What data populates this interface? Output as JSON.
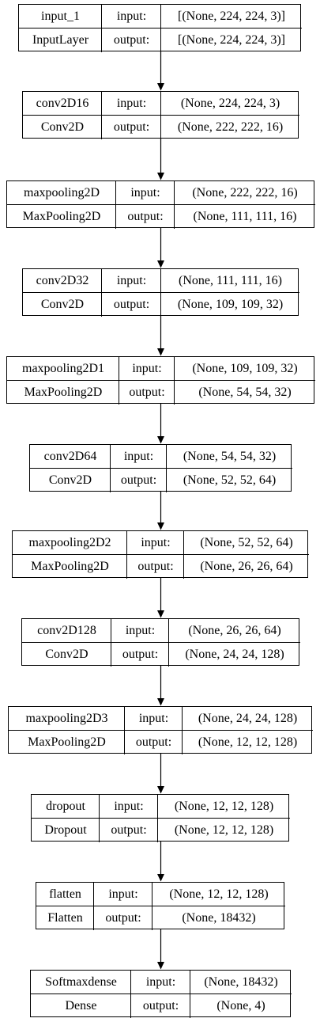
{
  "diagram": {
    "layers": [
      {
        "name": "input_1",
        "type": "InputLayer",
        "input_label": "input:",
        "output_label": "output:",
        "input_shape": "[(None, 224, 224, 3)]",
        "output_shape": "[(None, 224, 224, 3)]"
      },
      {
        "name": "conv2D16",
        "type": "Conv2D",
        "input_label": "input:",
        "output_label": "output:",
        "input_shape": "(None, 224, 224, 3)",
        "output_shape": "(None, 222, 222, 16)"
      },
      {
        "name": "maxpooling2D",
        "type": "MaxPooling2D",
        "input_label": "input:",
        "output_label": "output:",
        "input_shape": "(None, 222, 222, 16)",
        "output_shape": "(None, 111, 111, 16)"
      },
      {
        "name": "conv2D32",
        "type": "Conv2D",
        "input_label": "input:",
        "output_label": "output:",
        "input_shape": "(None, 111, 111, 16)",
        "output_shape": "(None, 109, 109, 32)"
      },
      {
        "name": "maxpooling2D1",
        "type": "MaxPooling2D",
        "input_label": "input:",
        "output_label": "output:",
        "input_shape": "(None, 109, 109, 32)",
        "output_shape": "(None, 54, 54, 32)"
      },
      {
        "name": "conv2D64",
        "type": "Conv2D",
        "input_label": "input:",
        "output_label": "output:",
        "input_shape": "(None, 54, 54, 32)",
        "output_shape": "(None, 52, 52, 64)"
      },
      {
        "name": "maxpooling2D2",
        "type": "MaxPooling2D",
        "input_label": "input:",
        "output_label": "output:",
        "input_shape": "(None, 52, 52, 64)",
        "output_shape": "(None, 26, 26, 64)"
      },
      {
        "name": "conv2D128",
        "type": "Conv2D",
        "input_label": "input:",
        "output_label": "output:",
        "input_shape": "(None, 26, 26, 64)",
        "output_shape": "(None, 24, 24, 128)"
      },
      {
        "name": "maxpooling2D3",
        "type": "MaxPooling2D",
        "input_label": "input:",
        "output_label": "output:",
        "input_shape": "(None, 24, 24, 128)",
        "output_shape": "(None, 12, 12, 128)"
      },
      {
        "name": "dropout",
        "type": "Dropout",
        "input_label": "input:",
        "output_label": "output:",
        "input_shape": "(None, 12, 12, 128)",
        "output_shape": "(None, 12, 12, 128)"
      },
      {
        "name": "flatten",
        "type": "Flatten",
        "input_label": "input:",
        "output_label": "output:",
        "input_shape": "(None, 12, 12, 128)",
        "output_shape": "(None, 18432)"
      },
      {
        "name": "Softmaxdense",
        "type": "Dense",
        "input_label": "input:",
        "output_label": "output:",
        "input_shape": "(None, 18432)",
        "output_shape": "(None, 4)"
      }
    ]
  }
}
